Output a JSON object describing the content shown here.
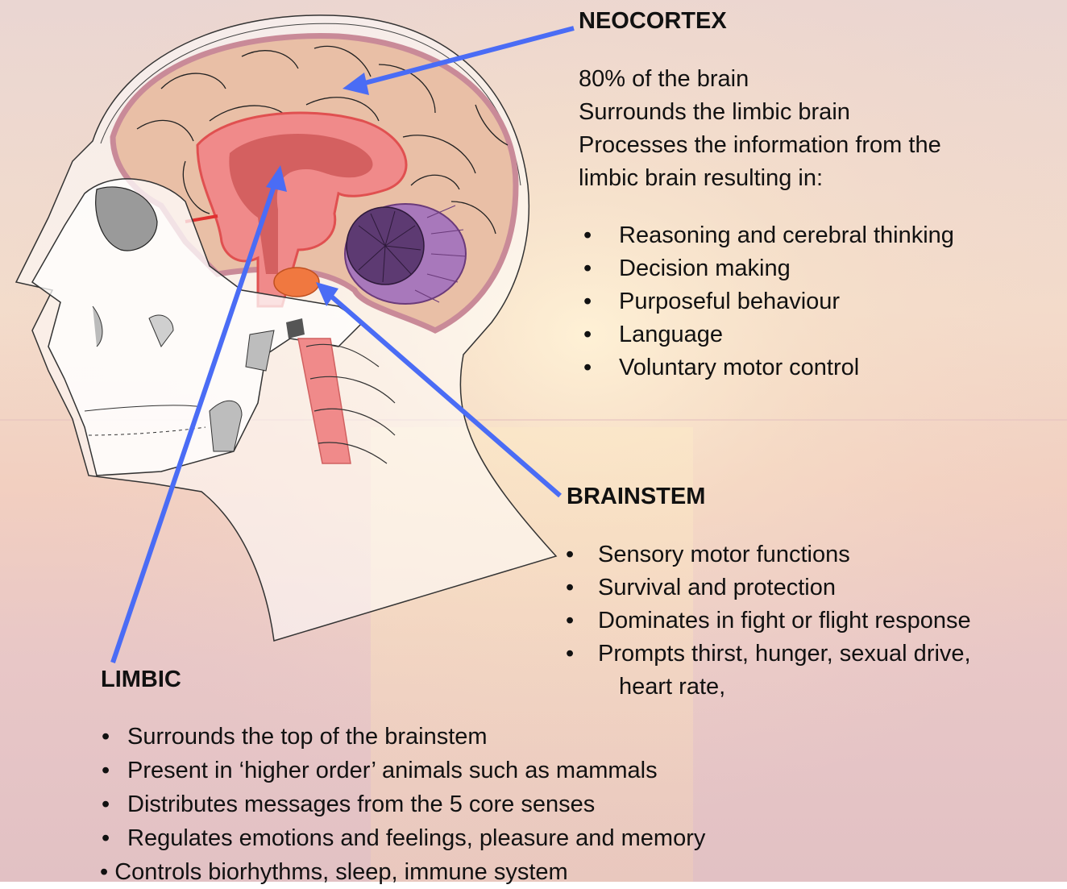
{
  "neocortex": {
    "heading": "NEOCORTEX",
    "intro": [
      "80% of the brain",
      "Surrounds the limbic brain",
      "Processes the information from the",
      "limbic brain resulting in:"
    ],
    "items": [
      "Reasoning and cerebral thinking",
      "Decision making",
      "Purposeful behaviour",
      "Language",
      "Voluntary motor control"
    ]
  },
  "brainstem": {
    "heading": "BRAINSTEM",
    "items": [
      "Sensory motor functions",
      "Survival and protection",
      "Dominates in fight or flight response",
      " Prompts thirst, hunger, sexual drive,",
      "heart rate,"
    ]
  },
  "limbic": {
    "heading": "LIMBIC",
    "items": [
      "Surrounds the top of the brainstem",
      "Present in ‘higher order’ animals such as mammals",
      "Distributes messages from the 5 core senses",
      "Regulates emotions and feelings, pleasure and memory",
      "• Controls biorhythms, sleep, immune system"
    ]
  },
  "colors": {
    "arrow": "#4a6cf5",
    "cortex": "#e9bfa6",
    "cortex_outline": "#c98a98",
    "limbic": "#f08a8a",
    "limbic_core": "#d46060",
    "cerebellum": "#8c5aa0",
    "brainstem_spot": "#f07840"
  }
}
